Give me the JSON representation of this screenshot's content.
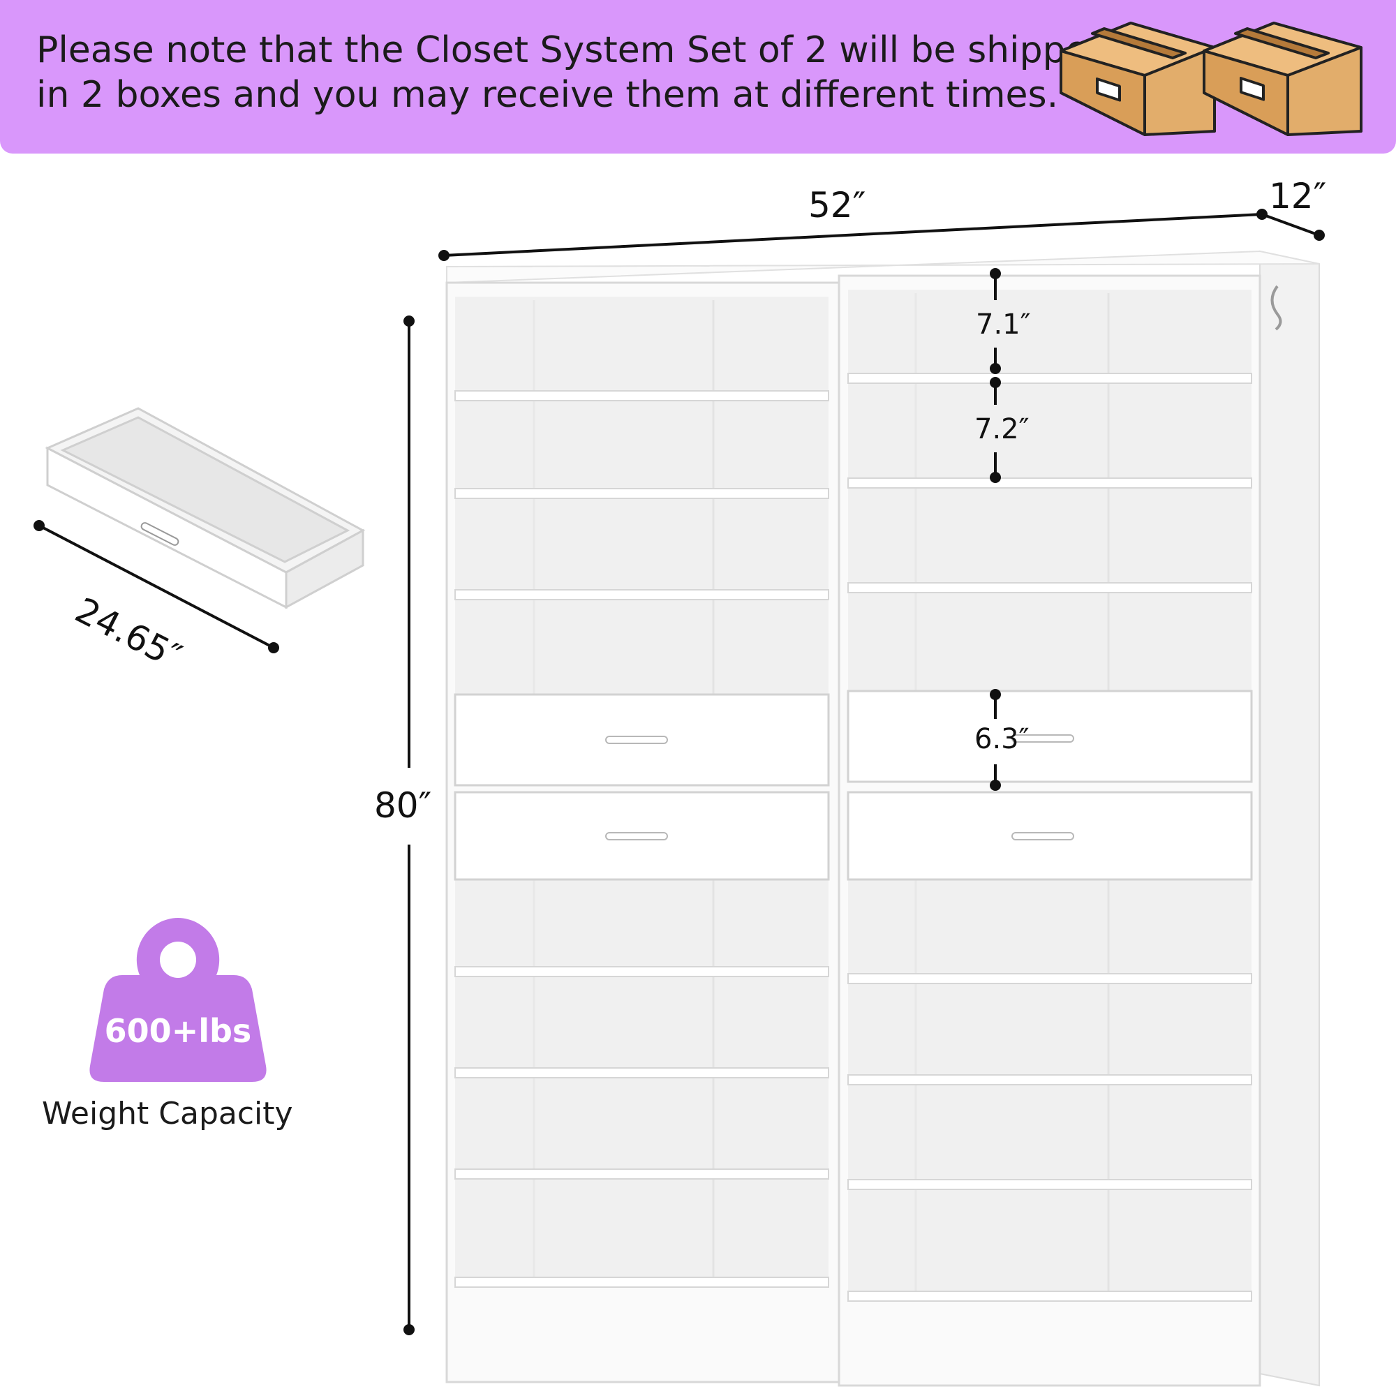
{
  "notice": {
    "line1": "Please note that the Closet System Set of 2 will be shipped",
    "line2": "in 2 boxes and you may receive them at different times."
  },
  "dimensions": {
    "width": "52″",
    "depth": "12″",
    "height": "80″",
    "drawer_width": "24.65″",
    "top_shelf_gap": "7.1″",
    "shelf_gap": "7.2″",
    "drawer_height": "6.3″"
  },
  "weight": {
    "value": "600+lbs",
    "caption": "Weight Capacity"
  },
  "colors": {
    "banner": "#d997fb",
    "weight_icon": "#c27be8",
    "box": "#e2ad6b",
    "furniture": "#ffffff"
  },
  "icons": [
    "shipping-box-icon",
    "weight-icon"
  ]
}
